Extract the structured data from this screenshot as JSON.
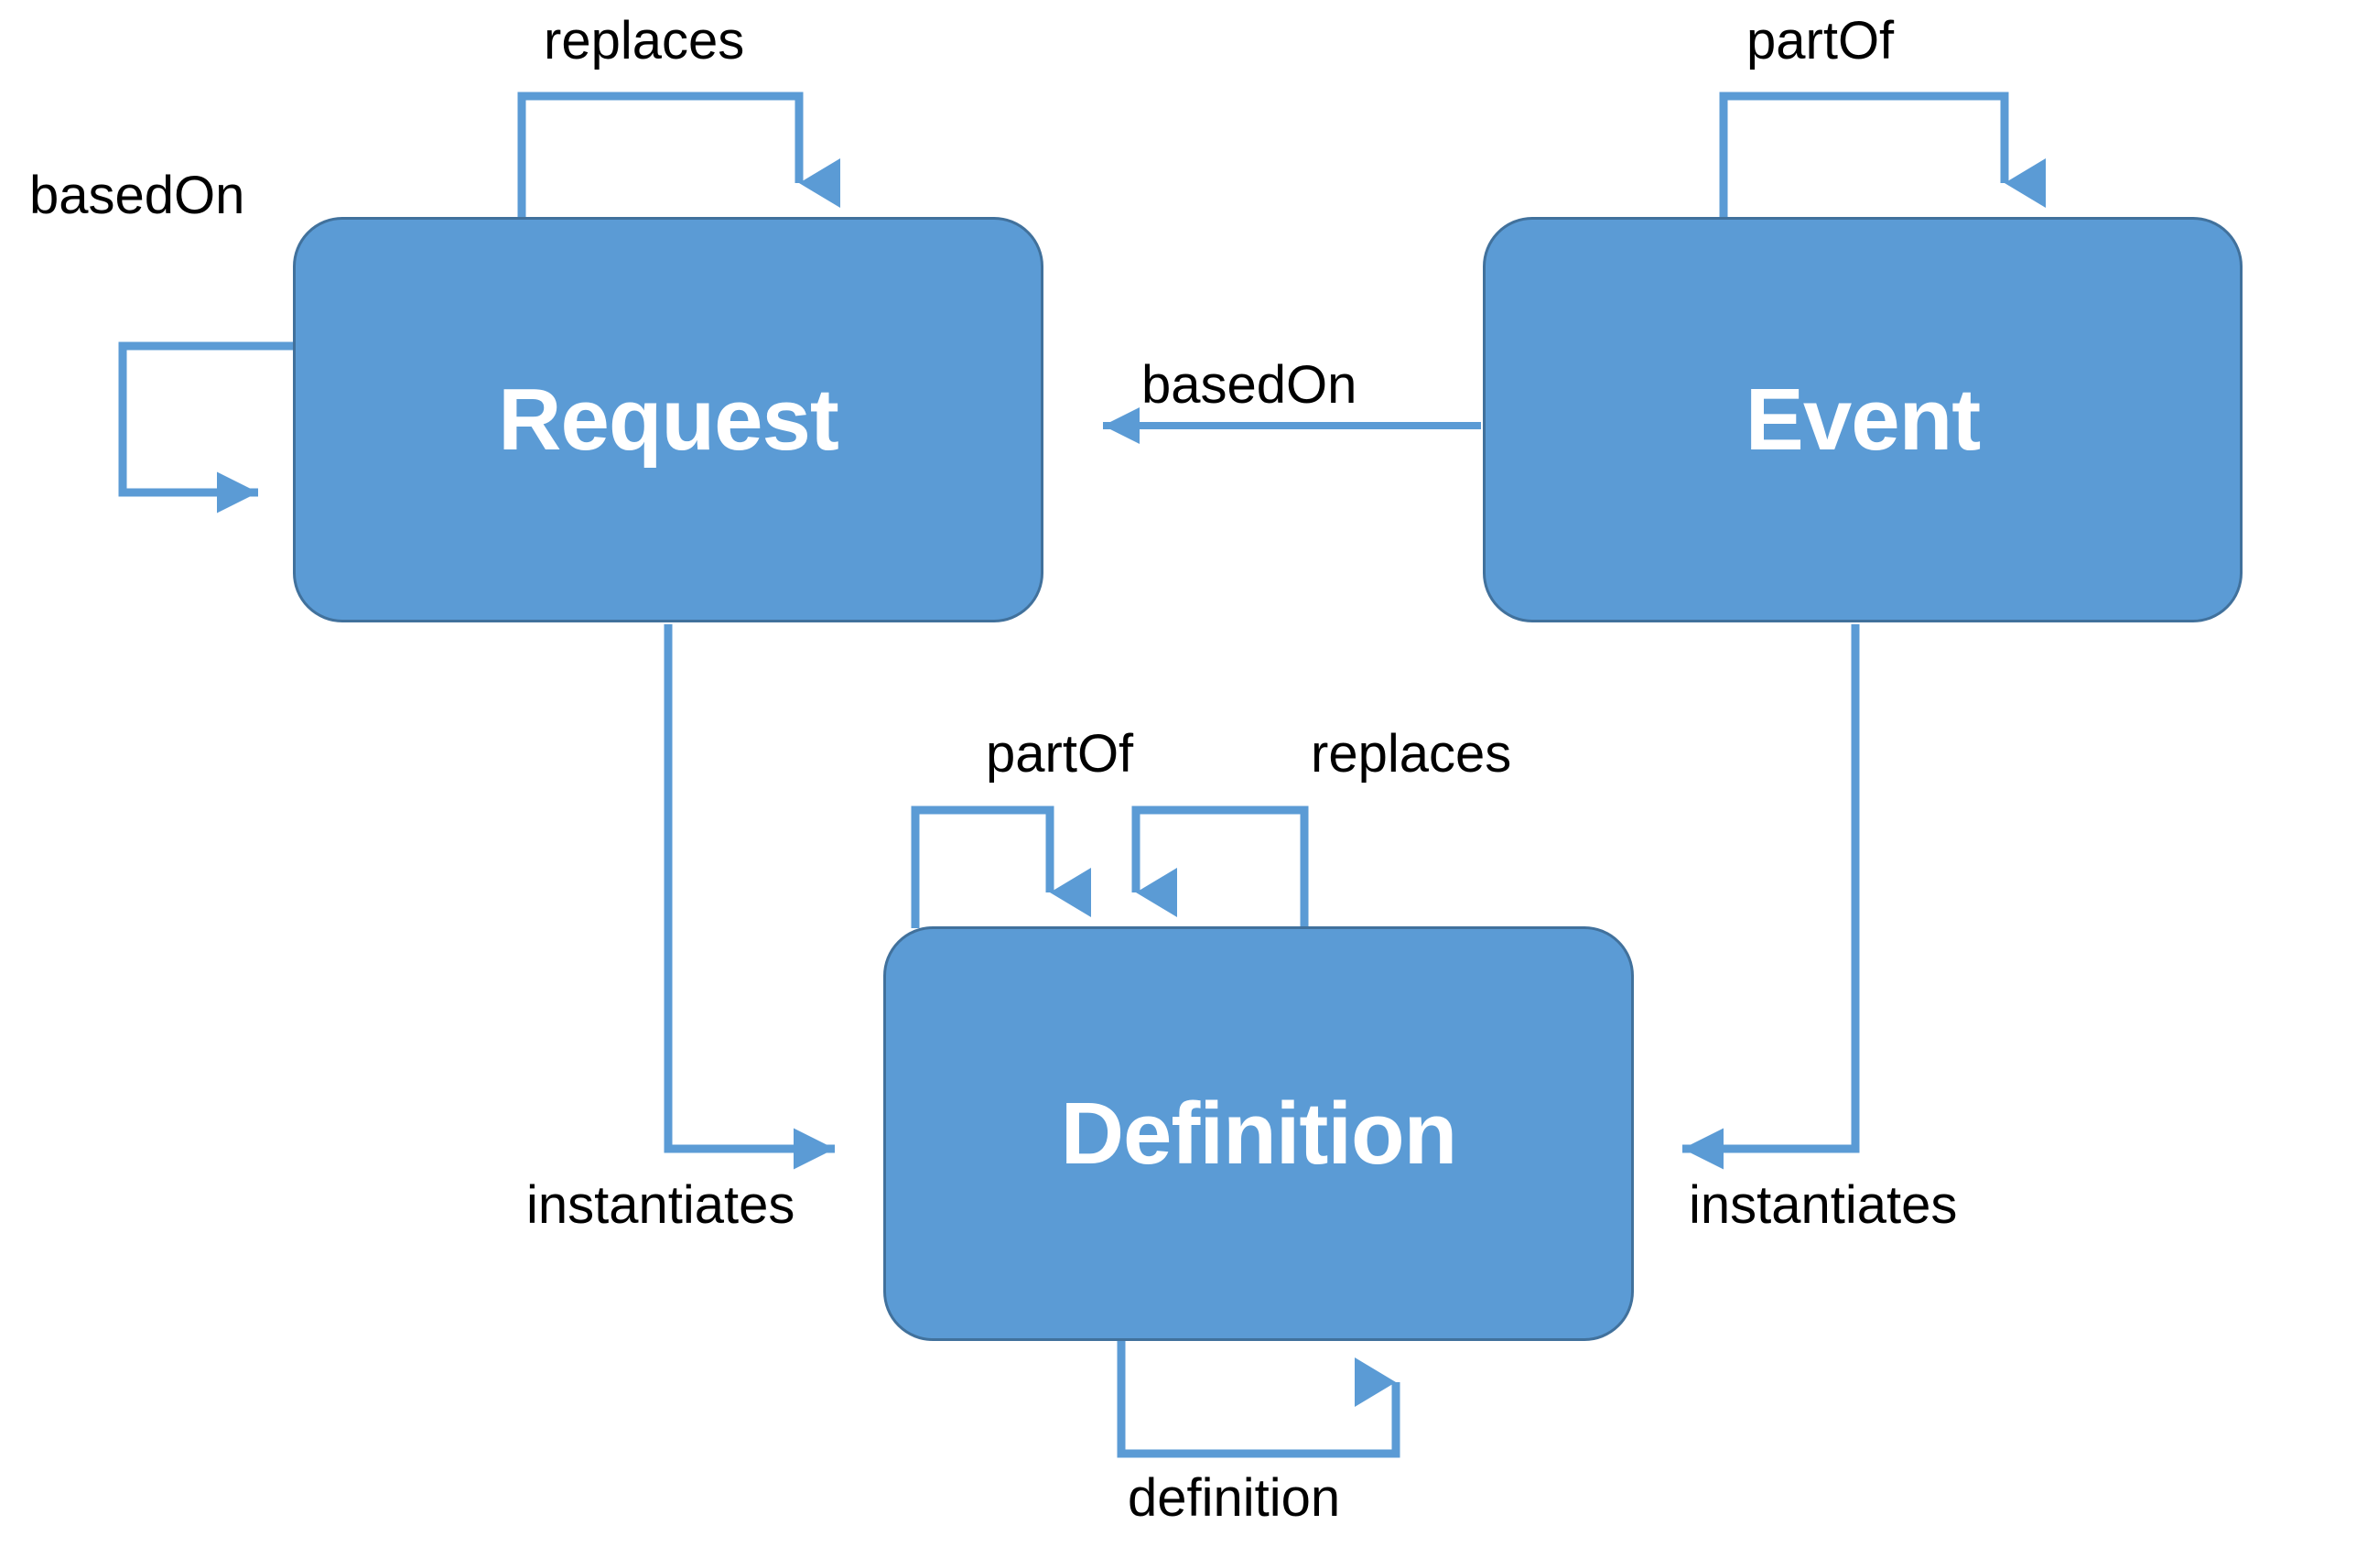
{
  "diagram": {
    "type": "entity-relationship-diagram",
    "background_color": "#FFFFFF",
    "node_fill_color": "#5B9BD5",
    "node_border_color": "#41719C",
    "node_text_color": "#FFFFFF",
    "edge_color": "#5B9BD5",
    "edge_label_color": "#000000",
    "nodes": [
      {
        "id": "request",
        "label": "Request"
      },
      {
        "id": "event",
        "label": "Event"
      },
      {
        "id": "definition",
        "label": "Definition"
      }
    ],
    "edges": [
      {
        "id": "request-replaces",
        "label": "replaces",
        "from": "request",
        "to": "request"
      },
      {
        "id": "request-basedon",
        "label": "basedOn",
        "from": "request",
        "to": "request"
      },
      {
        "id": "event-partof",
        "label": "partOf",
        "from": "event",
        "to": "event"
      },
      {
        "id": "event-basedon-request",
        "label": "basedOn",
        "from": "event",
        "to": "request"
      },
      {
        "id": "definition-partof",
        "label": "partOf",
        "from": "definition",
        "to": "definition"
      },
      {
        "id": "definition-replaces",
        "label": "replaces",
        "from": "definition",
        "to": "definition"
      },
      {
        "id": "request-instantiates",
        "label": "instantiates",
        "from": "request",
        "to": "definition"
      },
      {
        "id": "event-instantiates",
        "label": "instantiates",
        "from": "event",
        "to": "definition"
      },
      {
        "id": "definition-definition",
        "label": "definition",
        "from": "definition",
        "to": "definition"
      }
    ]
  }
}
